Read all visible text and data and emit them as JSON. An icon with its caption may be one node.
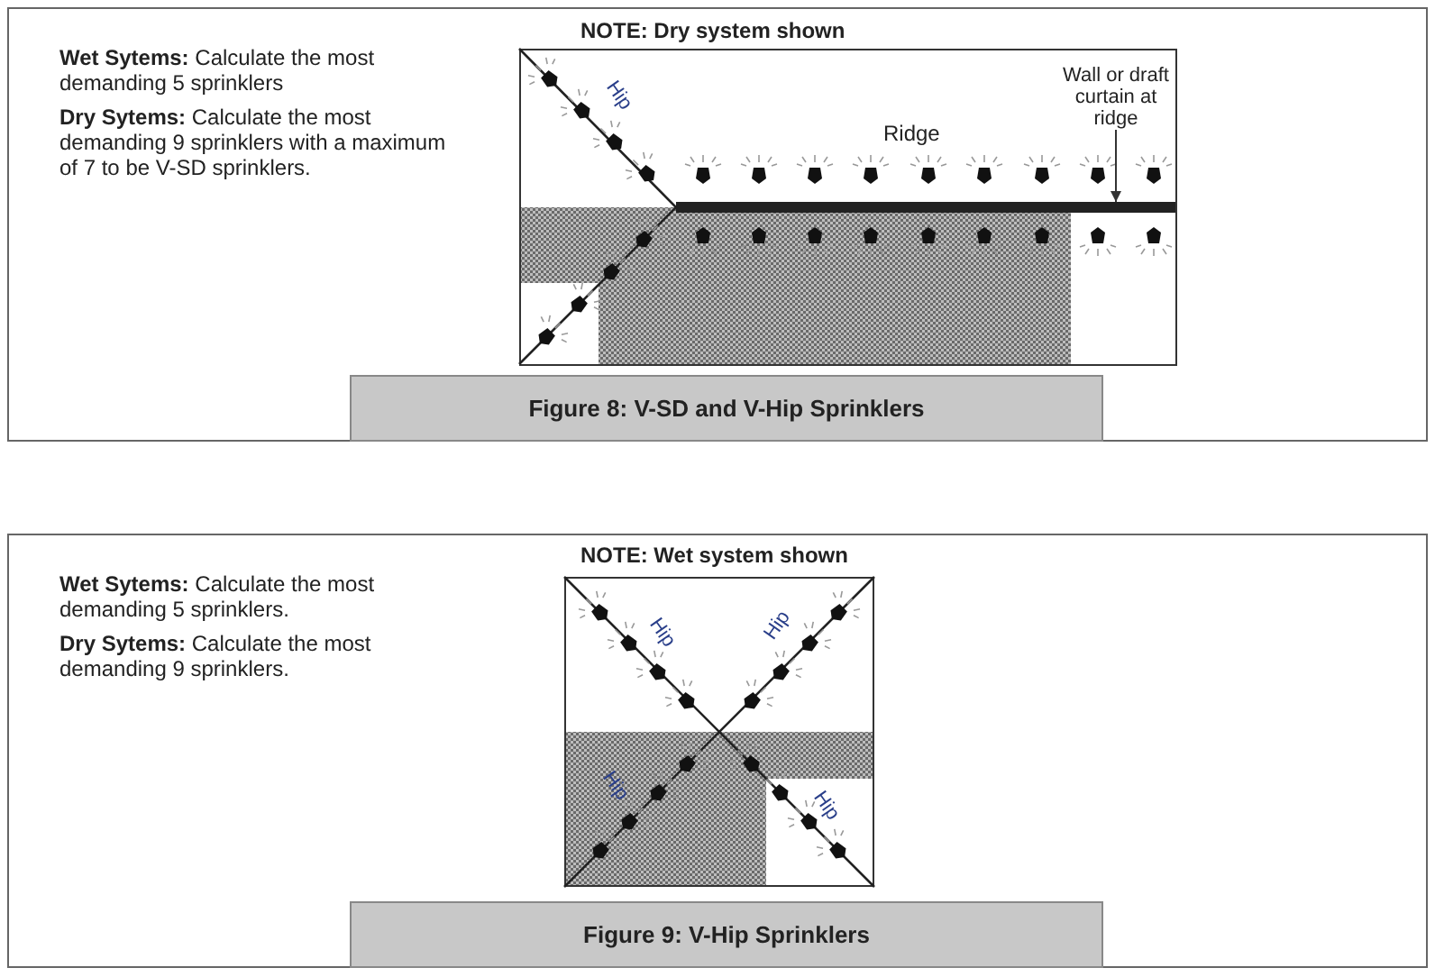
{
  "diagram": {
    "nodes": [
      {
        "text": [
          "Wall or draft curtain at ridge"
        ]
      },
      {
        "text": [
          "Figure 8: V-SD and V-Hip Sprinklers"
        ]
      },
      {
        "text": [
          "Figure 9: V-Hip Sprinklers"
        ]
      },
      {
        "text": [],
        "shape": "bar"
      }
    ],
    "edges": [
      {
        "from": 0,
        "to": 3,
        "arrow": "to"
      }
    ],
    "labels": [
      "NOTE: Dry system shown",
      "**Wet Sytems:** Calculate the most demanding 5 sprinklers",
      "**Dry Sytems:** Calculate the most demanding 9 sprinklers with a maximum of 7 to be V-SD sprinklers.",
      "Hip",
      "Ridge",
      "NOTE: Wet system shown",
      "**Wet Sytems:** Calculate the most demanding 5 sprinklers.",
      "**Dry Sytems:** Calculate the most demanding 9 sprinklers.",
      "Hip",
      "Hip",
      "Hip",
      "Hip"
    ]
  }
}
